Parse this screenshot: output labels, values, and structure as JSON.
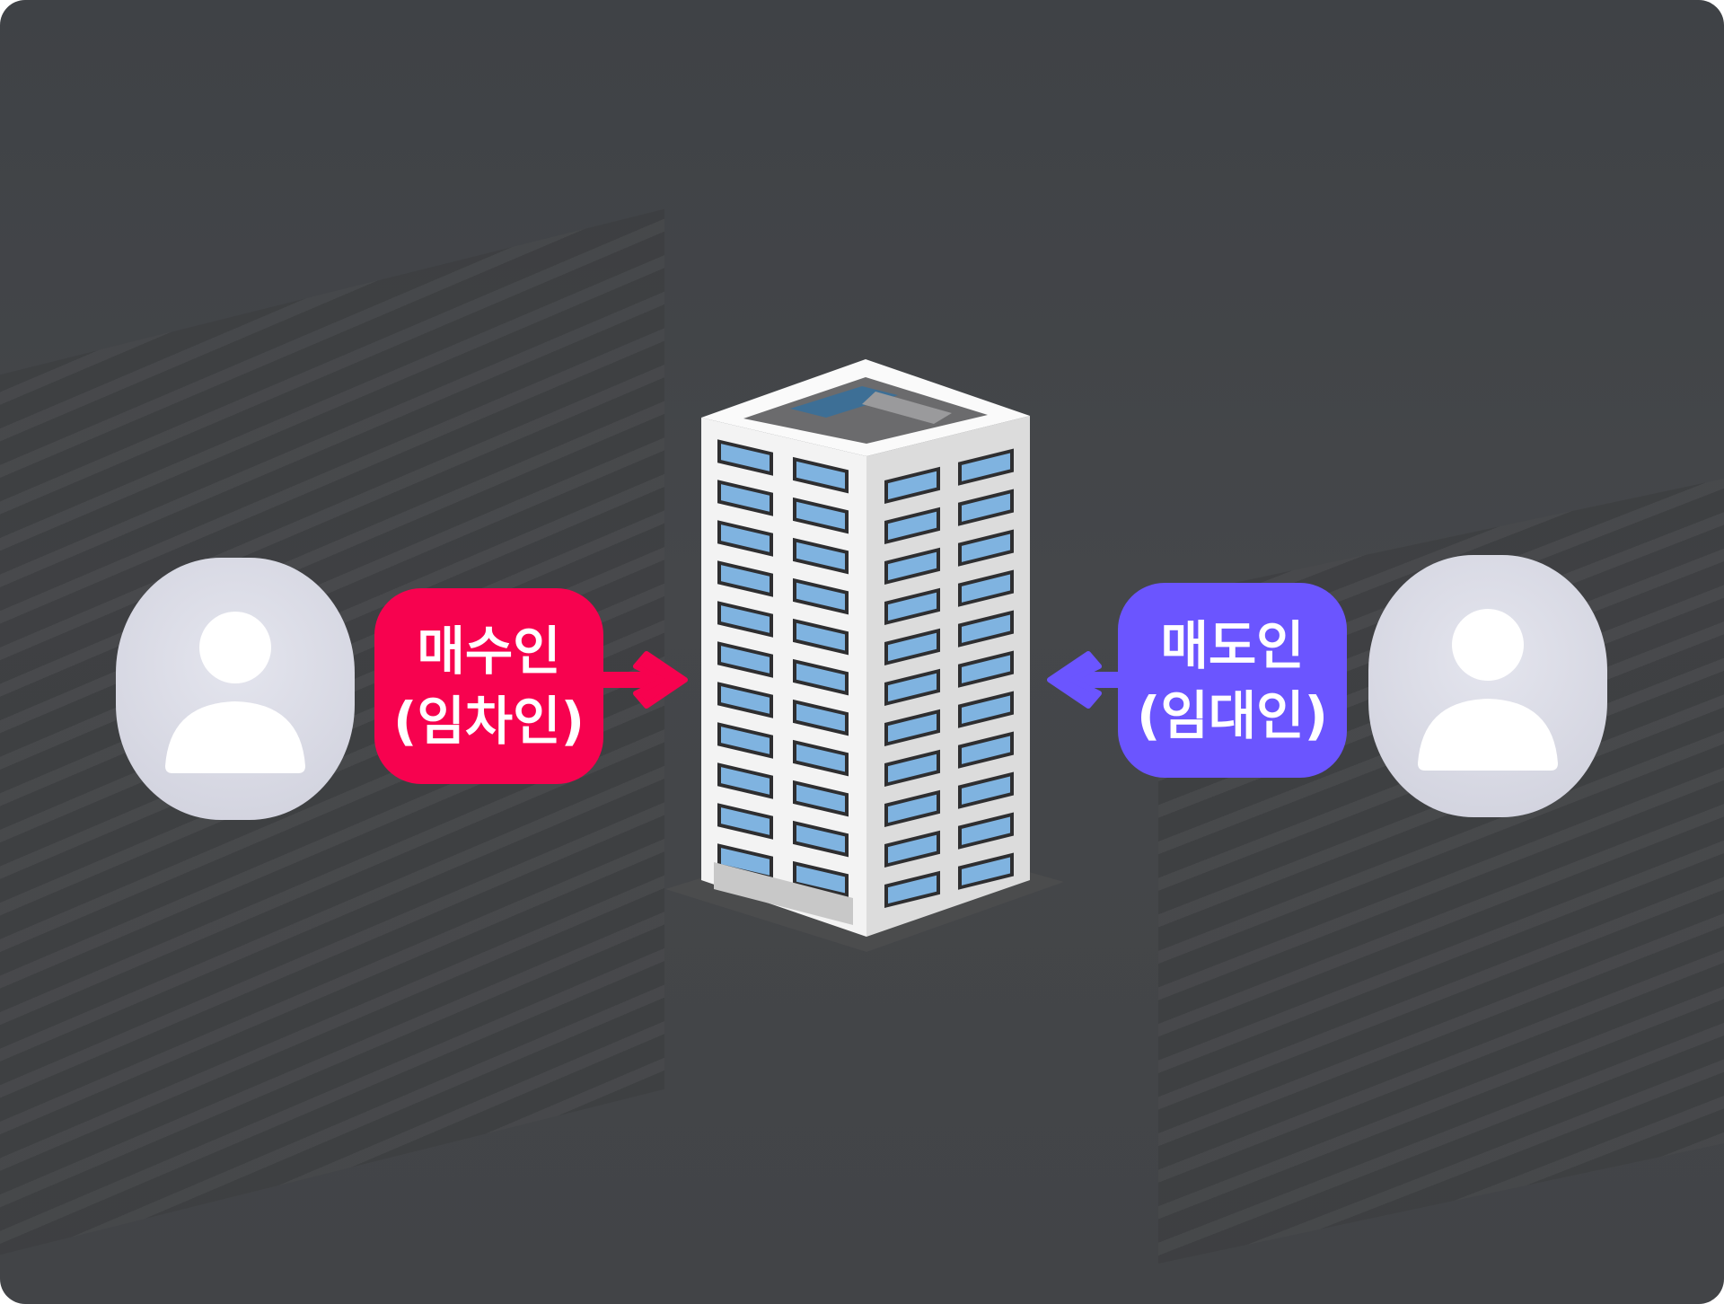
{
  "buyer": {
    "line1": "매수인",
    "line2": "(임차인)",
    "color": "#f7024f",
    "icon": "person-icon",
    "arrow": "arrow-right-icon"
  },
  "seller": {
    "line1": "매도인",
    "line2": "(임대인)",
    "color": "#6b55ff",
    "icon": "person-icon",
    "arrow": "arrow-left-icon"
  },
  "center": {
    "icon": "building-icon"
  }
}
